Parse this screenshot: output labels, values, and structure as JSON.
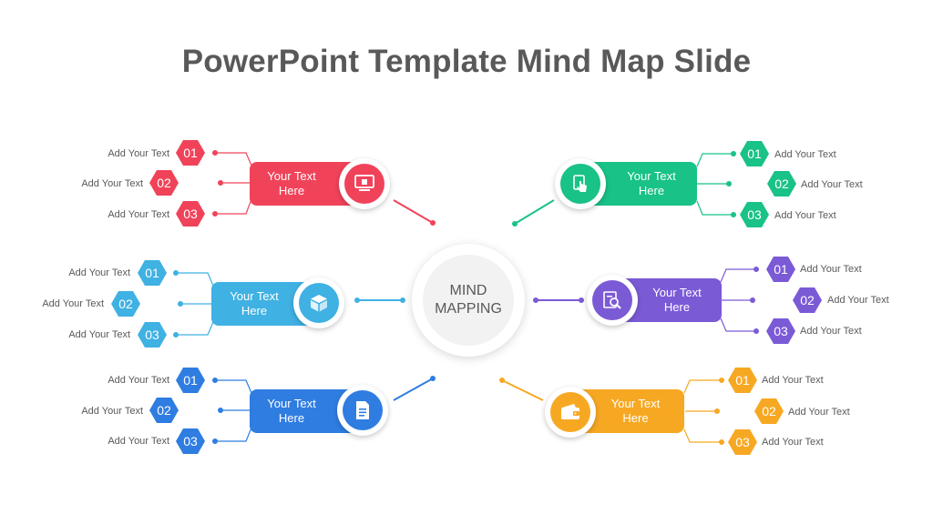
{
  "title": "PowerPoint Template Mind Map Slide",
  "center": {
    "line1": "MIND",
    "line2": "MAPPING"
  },
  "branches": {
    "red": {
      "color": "#f0435a",
      "line1": "Your Text",
      "line2": "Here",
      "icon": "monitor-icon",
      "items": [
        {
          "num": "01",
          "text": "Add  Your Text"
        },
        {
          "num": "02",
          "text": "Add  Your Text"
        },
        {
          "num": "03",
          "text": "Add  Your Text"
        }
      ]
    },
    "blue": {
      "color": "#3fb1e3",
      "line1": "Your Text",
      "line2": "Here",
      "icon": "cube-icon",
      "items": [
        {
          "num": "01",
          "text": "Add  Your Text"
        },
        {
          "num": "02",
          "text": "Add  Your Text"
        },
        {
          "num": "03",
          "text": "Add  Your Text"
        }
      ]
    },
    "navy": {
      "color": "#2f7de1",
      "line1": "Your Text",
      "line2": "Here",
      "icon": "document-icon",
      "items": [
        {
          "num": "01",
          "text": "Add  Your Text"
        },
        {
          "num": "02",
          "text": "Add  Your Text"
        },
        {
          "num": "03",
          "text": "Add  Your Text"
        }
      ]
    },
    "green": {
      "color": "#19c286",
      "line1": "Your Text",
      "line2": "Here",
      "icon": "tap-icon",
      "items": [
        {
          "num": "01",
          "text": "Add  Your Text"
        },
        {
          "num": "02",
          "text": "Add  Your Text"
        },
        {
          "num": "03",
          "text": "Add  Your Text"
        }
      ]
    },
    "purple": {
      "color": "#7b5ad6",
      "line1": "Your Text",
      "line2": "Here",
      "icon": "search-report-icon",
      "items": [
        {
          "num": "01",
          "text": "Add  Your Text"
        },
        {
          "num": "02",
          "text": "Add  Your Text"
        },
        {
          "num": "03",
          "text": "Add  Your Text"
        }
      ]
    },
    "orange": {
      "color": "#f7a823",
      "line1": "Your Text",
      "line2": "Here",
      "icon": "wallet-icon",
      "items": [
        {
          "num": "01",
          "text": "Add  Your Text"
        },
        {
          "num": "02",
          "text": "Add  Your Text"
        },
        {
          "num": "03",
          "text": "Add  Your Text"
        }
      ]
    }
  }
}
